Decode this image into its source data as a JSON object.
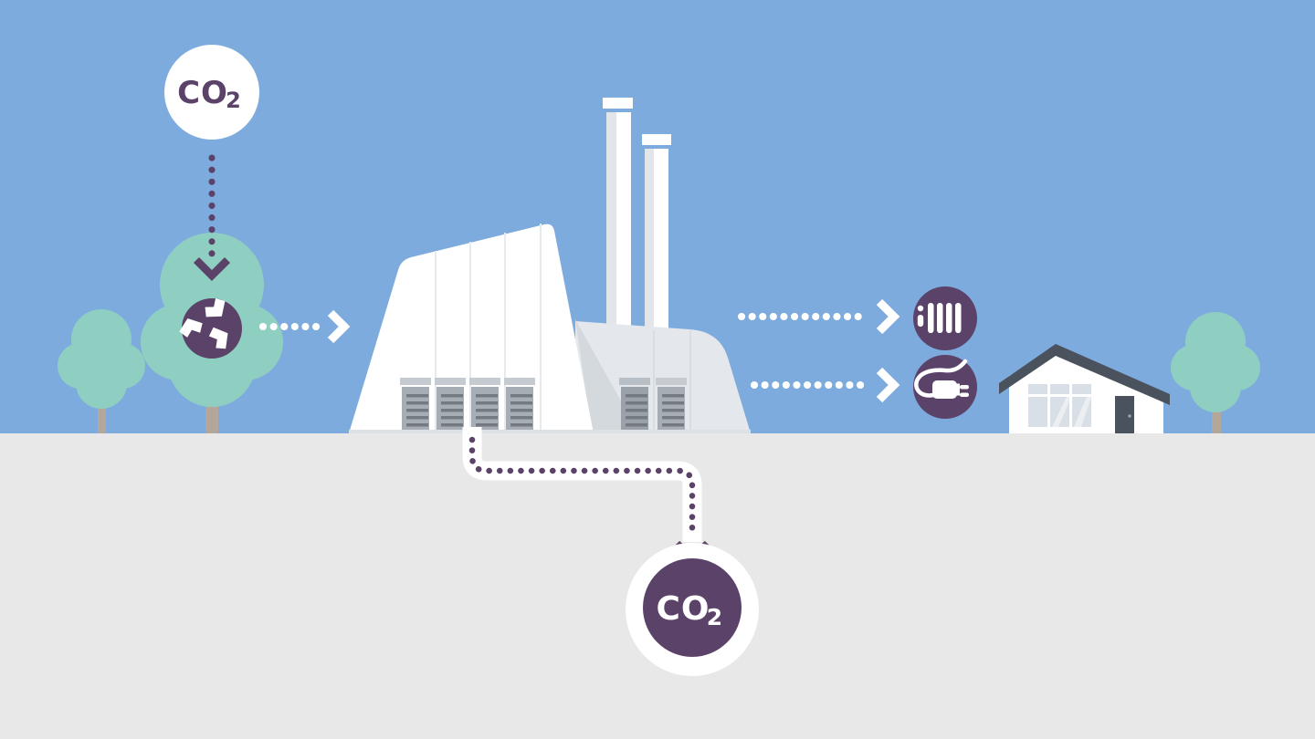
{
  "labels": {
    "co2_source": {
      "main": "CO",
      "sub": "2"
    },
    "co2_storage": {
      "main": "CO",
      "sub": "2"
    }
  },
  "icons": {
    "biomass": "wood-chips-icon",
    "heating": "radiator-icon",
    "electricity": "plug-icon",
    "arrows": "dotted-arrow"
  },
  "colors": {
    "sky": "#7EABDE",
    "ground": "#E8E8E8",
    "accent_purple": "#5B4269",
    "tree_green": "#8FCFC1",
    "trunk_tan": "#B4A79A",
    "factory_white": "#FFFFFF",
    "factory_gray": "#E4E8EC",
    "factory_shadow": "#D4D9DE",
    "door_gray": "#A7ADB4",
    "roof_slate": "#49525D",
    "window_pane": "#D9DFE6"
  }
}
